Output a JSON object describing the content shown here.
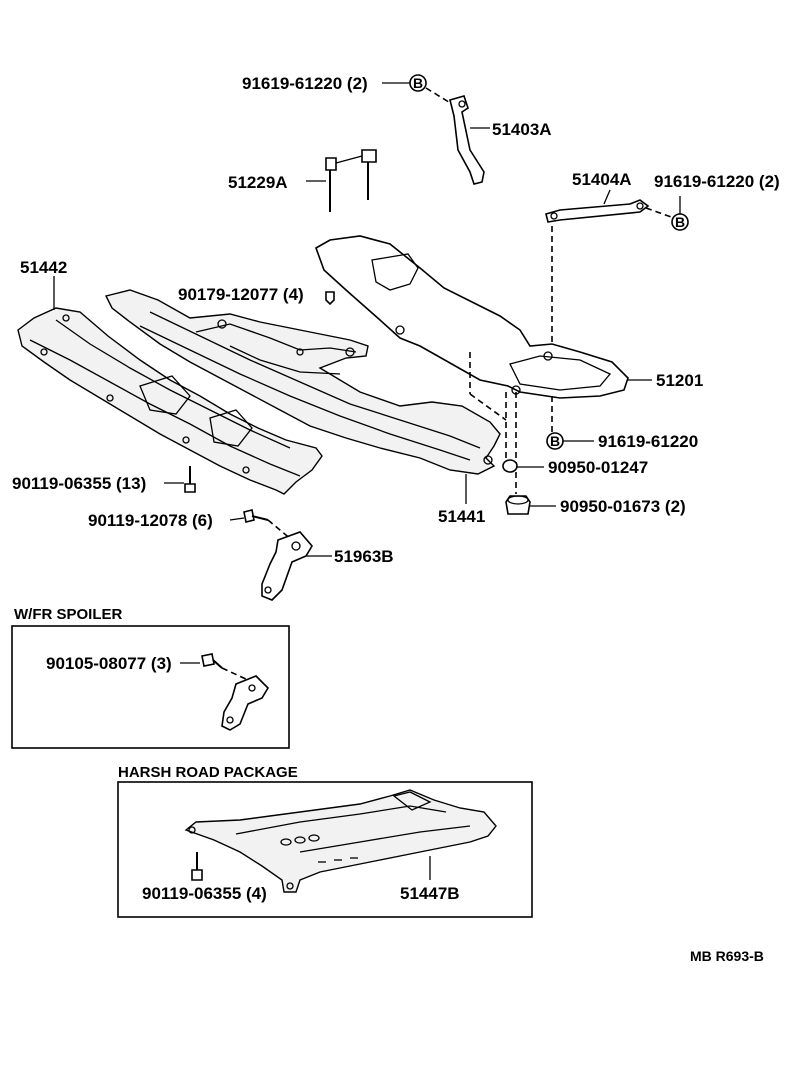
{
  "labels": {
    "bolt_top": "91619-61220 (2)",
    "bracket_51403a": "51403A",
    "stud_51229a": "51229A",
    "bracket_51404a": "51404A",
    "bolt_right": "91619-61220 (2)",
    "cover_51442": "51442",
    "clip_90179": "90179-12077 (4)",
    "member_51201": "51201",
    "bolt_91619": "91619-61220",
    "cushion_90950_01247": "90950-01247",
    "cushion_90950_01673": "90950-01673 (2)",
    "bolt_90119_06355": "90119-06355 (13)",
    "cover_51441": "51441",
    "bolt_90119_12078": "90119-12078 (6)",
    "bracket_51963b": "51963B",
    "bolt_90105": "90105-08077 (3)",
    "bolt_harsh": "90119-06355 (4)",
    "plate_51447b": "51447B"
  },
  "marker_letter": "B",
  "sections": {
    "spoiler_title": "W/FR SPOILER",
    "harsh_title": "HARSH ROAD PACKAGE"
  },
  "footer_code": "MB R693-B"
}
